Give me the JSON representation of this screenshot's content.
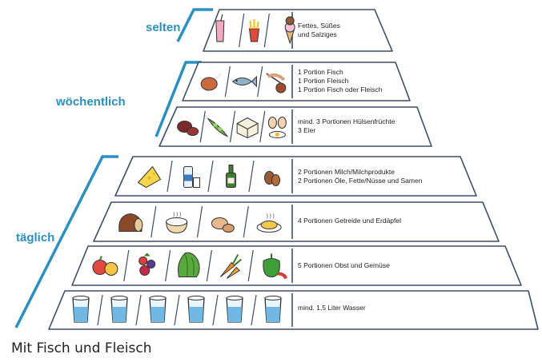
{
  "frequencies": {
    "rare": "selten",
    "weekly": "wöchentlich",
    "daily": "täglich"
  },
  "levels": [
    {
      "id": "sweets",
      "icon_set": [
        "soft-drink-icon",
        "fries-icon",
        "ice-cream-icon"
      ],
      "text": "Fettes, Süßes\nund Salziges"
    },
    {
      "id": "fish-meat",
      "icon_set": [
        "chicken-leg-icon",
        "fish-icon",
        "sausage-icon"
      ],
      "text": "1 Portion Fisch\n1 Portion Fleisch\n1 Portion Fisch oder Fleisch"
    },
    {
      "id": "legumes-eggs",
      "icon_set": [
        "beans-icon",
        "peas-icon",
        "tofu-icon",
        "eggs-icon"
      ],
      "text": "mind. 3 Portionen Hülsenfrüchte\n3 Eier"
    },
    {
      "id": "dairy-oils",
      "icon_set": [
        "cheese-icon",
        "milk-icon",
        "oil-bottle-icon",
        "nuts-icon"
      ],
      "text": "2 Portionen Milch/Milchprodukte\n2 Portionen Öle, Fette/Nüsse und Samen"
    },
    {
      "id": "grains",
      "icon_set": [
        "bread-icon",
        "rice-bowl-icon",
        "potatoes-icon",
        "pasta-icon"
      ],
      "text": "4 Portionen Getreide und Erdäpfel"
    },
    {
      "id": "fruit-veg",
      "icon_set": [
        "apples-icon",
        "berries-icon",
        "lettuce-icon",
        "carrots-icon",
        "pepper-icon"
      ],
      "text": "5 Portionen Obst und Gemüse"
    },
    {
      "id": "water",
      "icon_set": [
        "water-glass-icon",
        "water-glass-icon",
        "water-glass-icon",
        "water-glass-icon",
        "water-glass-icon",
        "water-glass-icon"
      ],
      "text": "mind. 1,5 Liter Wasser"
    }
  ],
  "caption": "Mit Fisch und Fleisch",
  "colors": {
    "accent": "#2a8fc4",
    "outline": "#3c4e6a"
  }
}
